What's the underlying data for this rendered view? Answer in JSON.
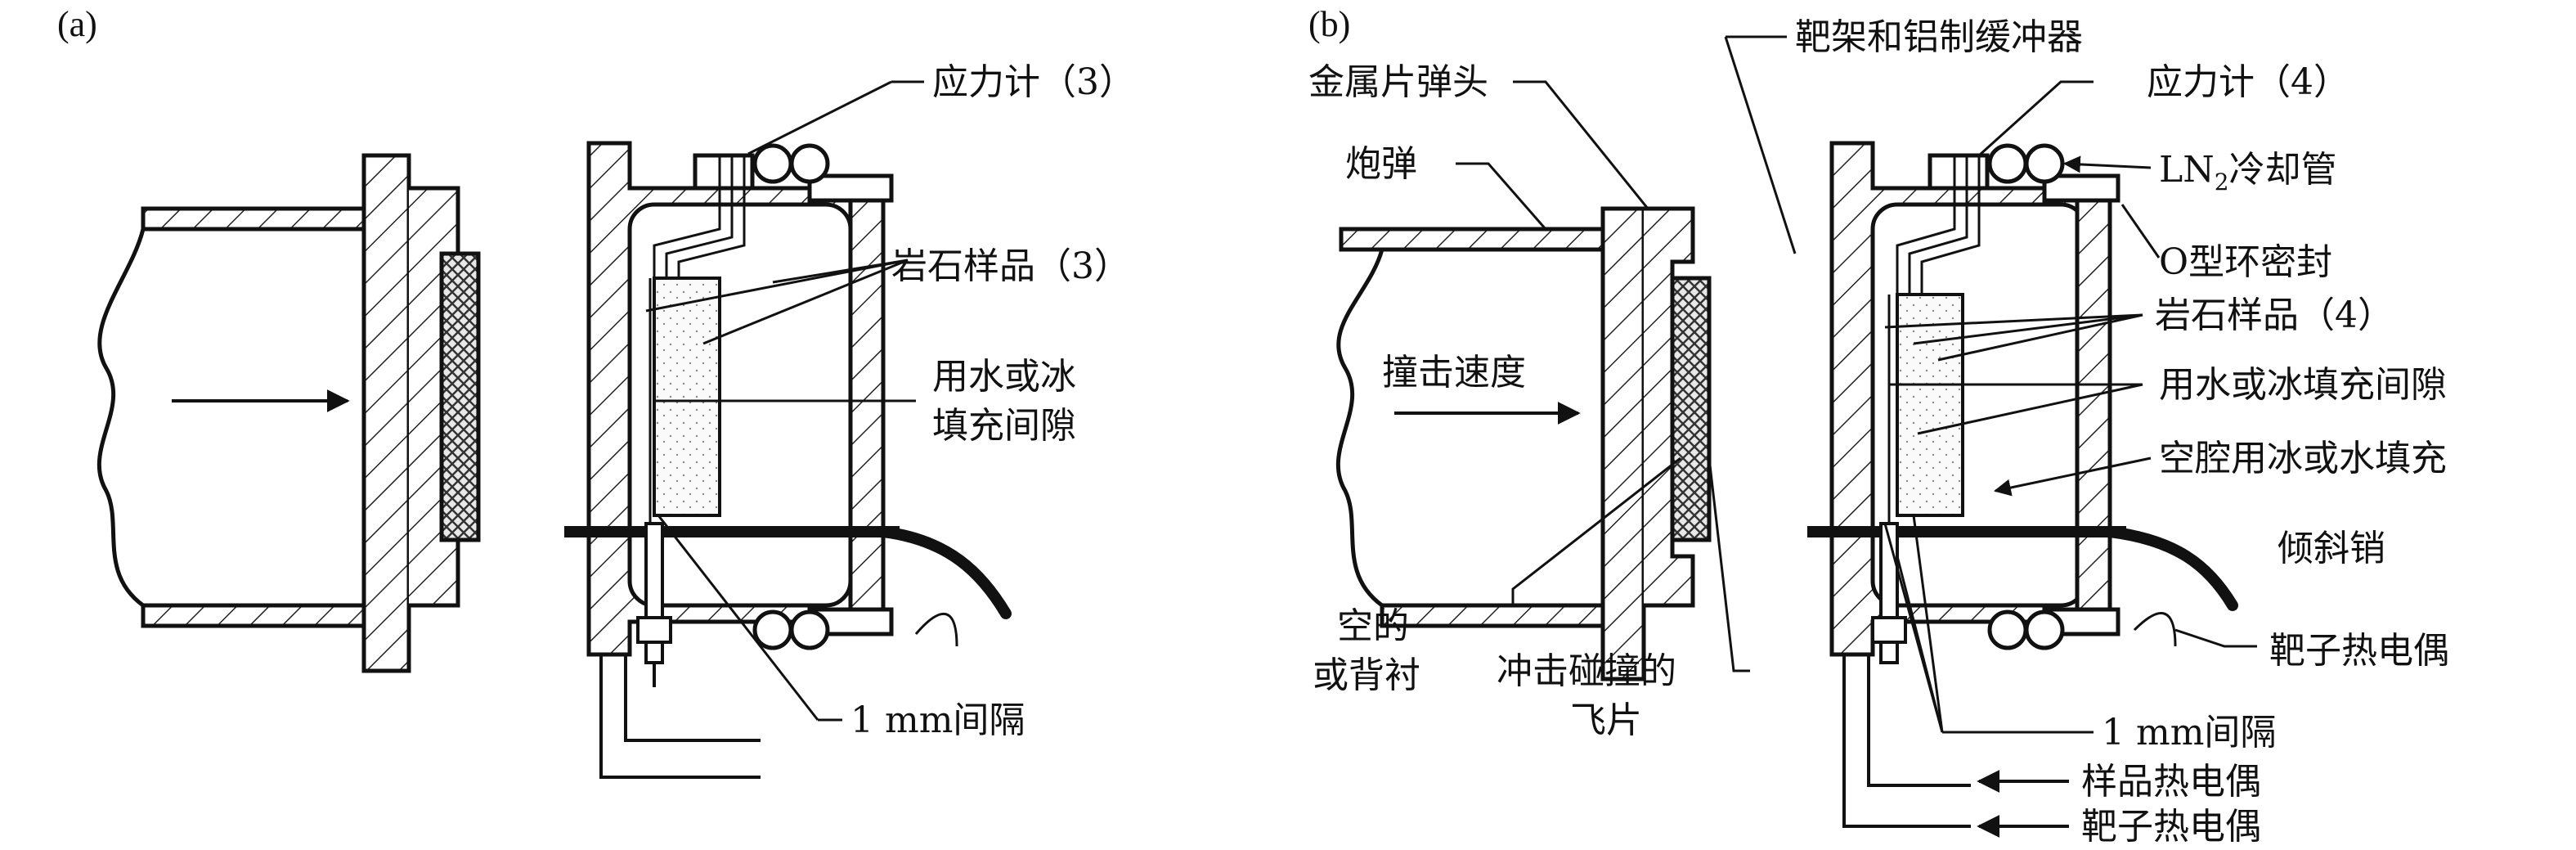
{
  "panel_a": {
    "tag": "(a)",
    "labels": {
      "strain_gauge": "应力计（3）",
      "rock_sample": "岩石样品（3）",
      "gap_fill_line1": "用水或冰",
      "gap_fill_line2": "填充间隙",
      "gap_1mm": "1 mm间隔"
    }
  },
  "panel_b": {
    "tag": "(b)",
    "labels": {
      "target_holder": "靶架和铝制缓冲器",
      "metal_tip": "金属片弹头",
      "strain_gauge": "应力计（4）",
      "projectile": "炮弹",
      "ln2_prefix": "LN",
      "ln2_sub": "2",
      "ln2_suffix": "冷却管",
      "o_ring": "O型环密封",
      "rock_sample": "岩石样品（4）",
      "impact_velocity": "撞击速度",
      "gap_fill": "用水或冰填充间隙",
      "cavity_fill": "空腔用冰或水填充",
      "tilt_pin": "倾斜销",
      "empty_line1": "空的",
      "empty_line2": "或背衬",
      "flyer_line1": "冲击碰撞的",
      "flyer_line2": "飞片",
      "target_thermocouple": "靶子热电偶",
      "gap_1mm": "1 mm间隔",
      "sample_thermocouple": "样品热电偶",
      "target_thermocouple_bottom": "靶子热电偶"
    }
  }
}
